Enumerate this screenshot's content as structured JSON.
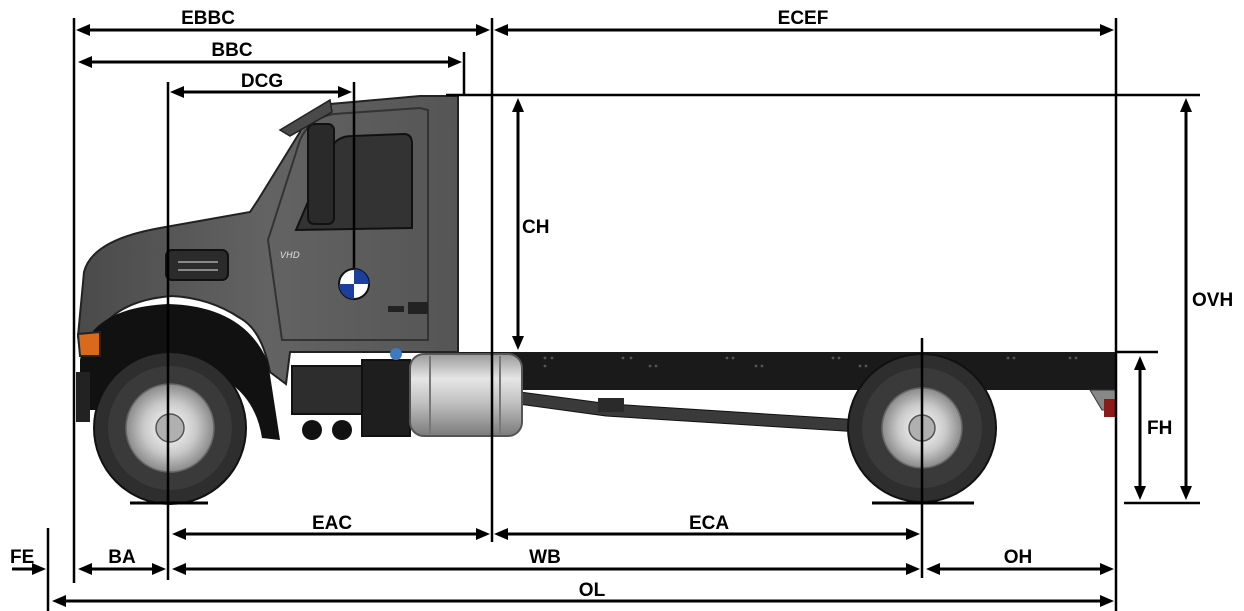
{
  "title": "",
  "labels": {
    "ebbc": "EBBC",
    "ecef": "ECEF",
    "bbc": "BBC",
    "dcg": "DCG",
    "ch": "CH",
    "ovh": "OVH",
    "fh": "FH",
    "eac": "EAC",
    "eca": "ECA",
    "fe": "FE",
    "ba": "BA",
    "wb": "WB",
    "oh": "OH",
    "ol": "OL"
  },
  "truck": {
    "badge": "VHD",
    "body_color": "#595959",
    "frame_color": "#1a1a1a",
    "cg_color": "#1c3f9e"
  }
}
